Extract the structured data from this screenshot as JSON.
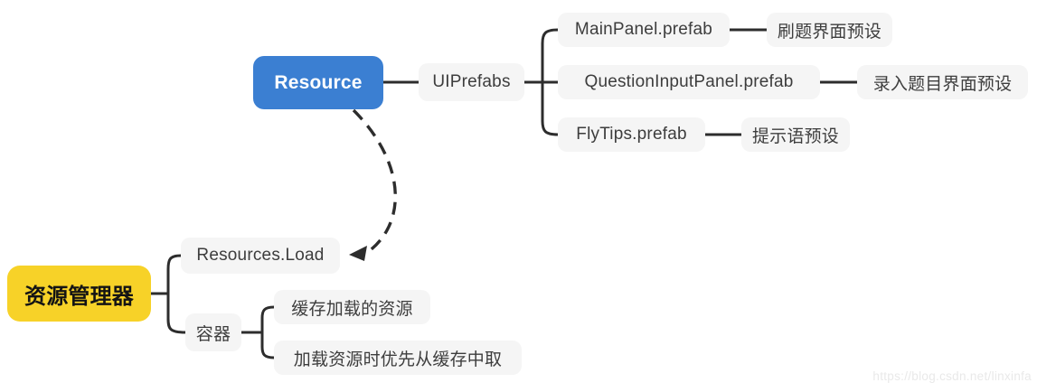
{
  "colors": {
    "resource_root_bg": "#3b7fd2",
    "resource_root_text": "#ffffff",
    "manager_root_bg": "#f7d228",
    "manager_root_text": "#141414",
    "node_bg": "#f5f5f5",
    "node_text": "#3d3d3d",
    "connector": "#2d2d2d",
    "watermark_text_color": "#e9e9e9"
  },
  "map": {
    "resource_tree": {
      "root": {
        "label": "Resource"
      },
      "group": {
        "label": "UIPrefabs"
      },
      "items": [
        {
          "name": "MainPanel.prefab",
          "note": "刷题界面预设"
        },
        {
          "name": "QuestionInputPanel.prefab",
          "note": "录入题目界面预设"
        },
        {
          "name": "FlyTips.prefab",
          "note": "提示语预设"
        }
      ]
    },
    "manager_tree": {
      "root": {
        "label": "资源管理器"
      },
      "load": {
        "label": "Resources.Load"
      },
      "container": {
        "label": "容器"
      },
      "container_items": [
        {
          "note": "缓存加载的资源"
        },
        {
          "note": "加载资源时优先从缓存中取"
        }
      ]
    }
  },
  "watermark": "https://blog.csdn.net/linxinfa"
}
